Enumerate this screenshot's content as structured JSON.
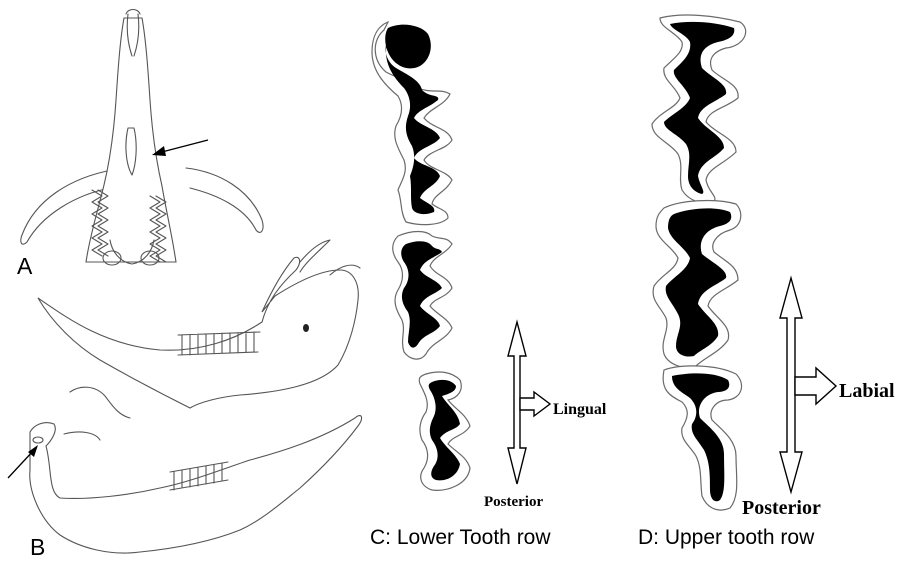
{
  "panels": {
    "a": {
      "letter": "A"
    },
    "b": {
      "letter": "B"
    },
    "c": {
      "caption": "C: Lower Tooth row",
      "direction_right": "Lingual",
      "direction_bottom": "Posterior"
    },
    "d": {
      "caption": "D: Upper tooth row",
      "direction_right": "Labial",
      "direction_bottom": "Posterior"
    }
  },
  "colors": {
    "dentine": "#000000",
    "enamel_outline": "#6a6a6a",
    "sketch_line": "#555555",
    "background": "#ffffff"
  },
  "icons": [
    "indicator-arrow",
    "double-headed-arrow",
    "hollow-right-arrow"
  ]
}
